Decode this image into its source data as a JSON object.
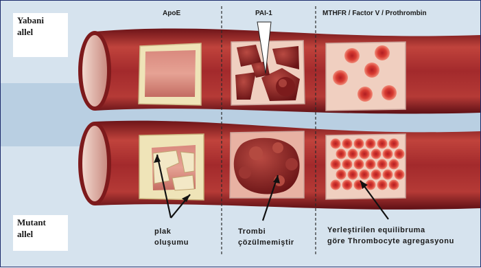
{
  "columns": {
    "apoe": "ApoE",
    "pai1": "PAI-1",
    "mthfr": "MTHFR / Factor V / Prothrombin"
  },
  "rows": {
    "wild": {
      "line1": "Yabani",
      "line2": "allel"
    },
    "mutant": {
      "line1": "Mutant",
      "line2": "allel"
    }
  },
  "annotations": {
    "plak": {
      "line1": "plak",
      "line2": "oluşumu"
    },
    "trombi": {
      "line1": "Trombi",
      "line2": "çözülmemiştir"
    },
    "equilibrum": {
      "line1": "Yerleştirilen equilibruma",
      "line2": "göre Thrombocyte agregasyonu"
    }
  },
  "colors": {
    "background_light": "#d6e3ee",
    "background_band": "#b9cfe2",
    "vessel_wall": "#a3282b",
    "plaque": "#f0dfc3",
    "clot": "#8c2323",
    "platelet": "#d33a30"
  }
}
